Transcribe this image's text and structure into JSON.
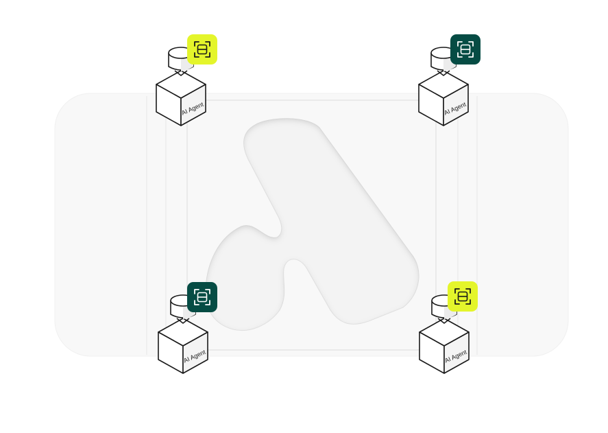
{
  "colors": {
    "background": "#ffffff",
    "panel": "#f8f8f8",
    "panel_border": "#ededed",
    "inner_border": "#dcdcdc",
    "logo_fill": "#f2f2f2",
    "lime": "#e4f52b",
    "dark_green": "#064c44",
    "stroke": "#1a1a1a"
  },
  "agents": [
    {
      "id": "top-left",
      "label": "AI Agent",
      "badge_color": "lime",
      "badge_icon": "scan-icon"
    },
    {
      "id": "top-right",
      "label": "AI Agent",
      "badge_color": "dark_green",
      "badge_icon": "scan-icon"
    },
    {
      "id": "bottom-left",
      "label": "AI Agent",
      "badge_color": "dark_green",
      "badge_icon": "scan-icon"
    },
    {
      "id": "bottom-right",
      "label": "AI Agent",
      "badge_color": "lime",
      "badge_icon": "scan-icon"
    }
  ]
}
